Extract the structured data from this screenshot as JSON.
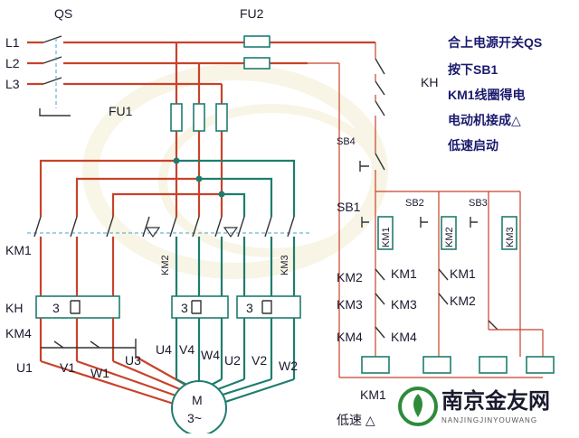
{
  "labels": {
    "qs": "QS",
    "fu2": "FU2",
    "l1": "L1",
    "l2": "L2",
    "l3": "L3",
    "fu1": "FU1",
    "kh_top": "KH",
    "sb4": "SB4",
    "sb1": "SB1",
    "sb2": "SB2",
    "sb3": "SB3",
    "km1_left": "KM1",
    "km2_main": "KM2",
    "km3_main": "KM3",
    "kh_left": "KH",
    "km4_left": "KM4",
    "relay_num_1": "3",
    "relay_num_2": "3",
    "relay_num_3": "3",
    "u1": "U1",
    "v1": "V1",
    "w1": "W1",
    "u3": "U3",
    "u4": "U4",
    "v4": "V4",
    "w4": "W4",
    "u2": "U2",
    "v2": "V2",
    "w2": "W2",
    "motor_m": "M",
    "motor_phase": "3~",
    "ctl_km2": "KM2",
    "ctl_km3": "KM3",
    "ctl_km4": "KM4",
    "ctl_km1_a": "KM1",
    "ctl_km3_a": "KM3",
    "ctl_km4_a": "KM4",
    "ctl_km1_b": "KM1",
    "ctl_km2_b": "KM2",
    "coil_km1": "KM1",
    "coil_km2": "KM2",
    "coil_km3": "KM3",
    "bottom_km1": "KM1",
    "bottom_speed": "低速 △"
  },
  "notes": [
    "合上电源开关QS",
    "按下SB1",
    "KM1线圈得电",
    "电动机接成△",
    "低速启动"
  ],
  "logo": {
    "name": "南京金友网",
    "sub": "NANJINGJINYOUWANG"
  },
  "colors": {
    "power_wire": "#c8422a",
    "motor_wire": "#1e7d6e",
    "text": "#1a1a2e"
  }
}
